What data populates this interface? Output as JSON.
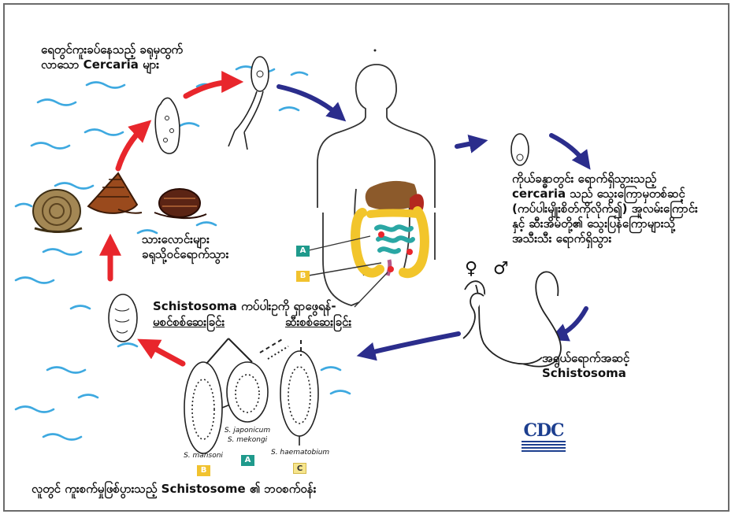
{
  "labels": {
    "cercaria_release": "ရေတွင်ကူးခပ်နေသည့် ခရုမှထွက်\nလာသော Cercaria များ",
    "human_penetration": "ကိုယ်ခန္ဓာတွင်း ရောက်ရှိသွားသည့် cercaria သည် သွေးကြောမှတစ်ဆင့် (ကပ်ပါးမျိုးစိတ်ကိုလိုက်၍) အူလမ်းကြောင်းနှင့် ဆီးအိမ်တို့၏ သွေးပြန်ကြောများသို့ အသီးသီး ရောက်ရှိသွား",
    "snail_entry": "သားလောင်းများ\nခရုသို့ဝင်ရောက်သွား",
    "diagnosis_title": "Schistosoma ကပ်ပါးဥကို ရှာဖွေရန်-",
    "stool_test": "မစင်စစ်ဆေးခြင်း",
    "urine_test": "ဆီးစစ်ဆေးခြင်း",
    "adult_worm": "အရွယ်ရောက်အဆင့်\nSchistosoma",
    "caption": "လူတွင် ကူးစက်မှုဖြစ်ပွားသည့် Schistosome ၏ ဘ၀စက်ဝန်း",
    "female_symbol": "♀",
    "male_symbol": "♂",
    "logo": "CDC"
  },
  "site_badges": {
    "a": "A",
    "b": "B"
  },
  "eggs": {
    "mansoni": {
      "name": "S. mansoni",
      "badge": "B"
    },
    "japonicum": {
      "name": "S. japonicum",
      "name2": "S. mekongi",
      "badge": "A"
    },
    "haematobium": {
      "name": "S. haematobium",
      "badge": "C"
    }
  },
  "colors": {
    "red_arrow": "#e8262c",
    "blue_arrow": "#2b2d8c",
    "water": "#3ea9e0",
    "badge_green": "#1f9a8c",
    "badge_yellow": "#f1c22e",
    "cdc_blue": "#1d3f8f"
  }
}
